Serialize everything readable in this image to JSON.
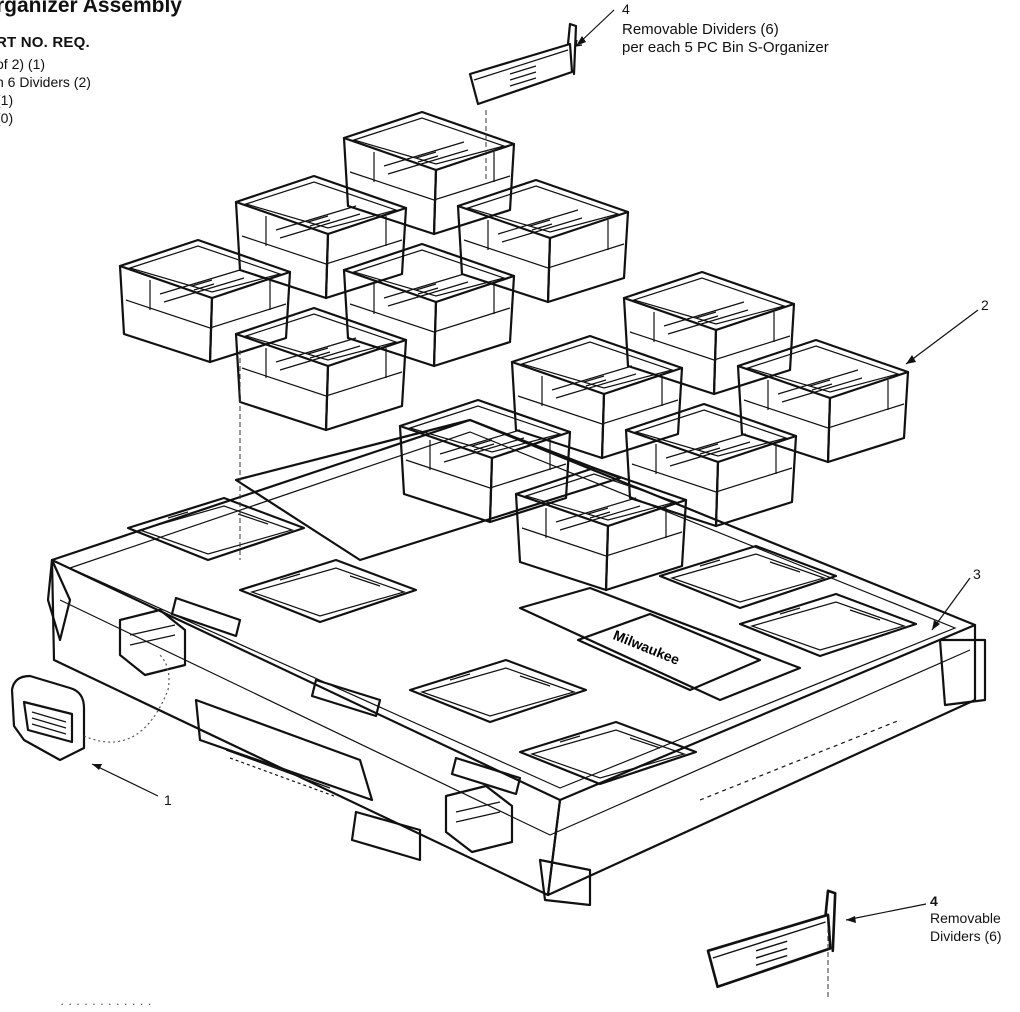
{
  "title": "rganizer Assembly",
  "parts_header": "RT  NO. REQ.",
  "parts_list": [
    "of 2)  (1)",
    "n 6 Dividers  (2)",
    "(1)",
    "(0)"
  ],
  "callouts": {
    "top_divider_number": "4",
    "top_divider_label_line1": "Removable Dividers (6)",
    "top_divider_label_line2": "per each 5 PC Bin S-Organizer",
    "bin_organizer_number": "2",
    "tray_number": "3",
    "latch_number": "1",
    "bottom_divider_number": "4",
    "bottom_divider_label_line1": "Removable",
    "bottom_divider_label_line2": "Dividers (6)"
  },
  "tray_logo_text": "Milwaukee",
  "footer_text": "· · ·  · ·   · · · ·   · · ·"
}
